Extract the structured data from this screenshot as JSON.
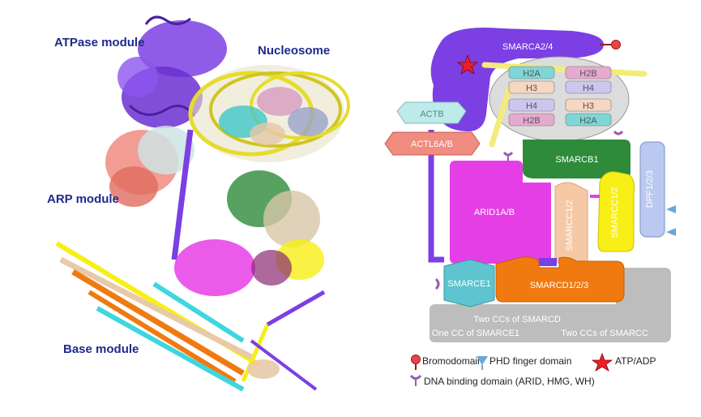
{
  "modules": {
    "atpase": "ATPase module",
    "nucleosome": "Nucleosome",
    "arp": "ARP module",
    "base": "Base module"
  },
  "schematic": {
    "smarca": "SMARCA2/4",
    "histones": [
      "H2A",
      "H2B",
      "H3",
      "H4",
      "H4",
      "H3",
      "H2B",
      "H2A"
    ],
    "actb": "ACTB",
    "actl6": "ACTL6A/B",
    "smarcb1": "SMARCB1",
    "dpf": "DPF1/2/3",
    "arid": "ARID1A/B",
    "smarcc_left": "SMARCC1/2",
    "smarcc_right": "SMARCC1/2",
    "smarce1": "SMARCE1",
    "smarcd": "SMARCD1/2/3",
    "base_line1": "Two CCs of SMARCD",
    "base_line2_left": "One CC of SMARCE1",
    "base_line2_right": "Two CCs of SMARCC"
  },
  "legend": {
    "bromodomain": "Bromodomain",
    "phd": "PHD finger domain",
    "atp": "ATP/ADP",
    "dna": "DNA binding domain (ARID, HMG, WH)"
  },
  "colors": {
    "smarca": "#7b3fe4",
    "smarcb1": "#2e8b3a",
    "arid": "#e63ee6",
    "smarcc_left": "#f5c9a6",
    "smarcc_right": "#f7ef16",
    "smarcd": "#f07a10",
    "smarce1": "#5ec4cf",
    "dpf": "#b9c9f0",
    "actb": "#bfeaea",
    "actl6": "#f08c80",
    "base": "#bdbdbd",
    "nucleosome_core": "#dcdcdc",
    "dna": "#f2ec7a",
    "h2a": "#7fd6d6",
    "h2b": "#e6a9cf",
    "h3": "#f5d7c2",
    "h4": "#cdc7ef",
    "module_label": "#1f2a8c"
  }
}
